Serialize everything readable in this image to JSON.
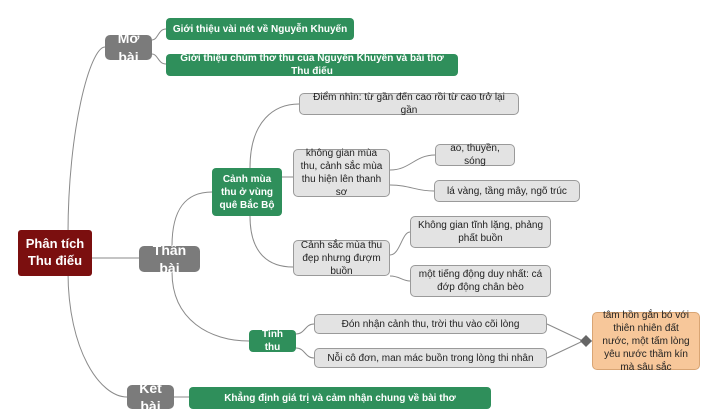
{
  "root": "Phân tích Thu điếu",
  "mo_bai": {
    "label": "Mở bài",
    "items": [
      "Giới thiệu vài nét về Nguyễn Khuyến",
      "Giới thiệu chùm thơ thu của Nguyễn Khuyến và bài thơ Thu điếu"
    ]
  },
  "than_bai": {
    "label": "Thân bài",
    "canh_mua_thu": {
      "label": "Cảnh mùa thu ở vùng quê Bắc Bộ",
      "diem_nhin": "Điểm nhìn: từ gần đến cao rồi từ cao trở lại gần",
      "khong_gian": {
        "label": "không gian mùa thu, cảnh sắc mùa thu hiện lên thanh sơ",
        "items": [
          "ao, thuyền, sóng",
          "lá vàng, tầng mây, ngõ trúc"
        ]
      },
      "canh_sac": {
        "label": "Cảnh sắc mùa thu đẹp nhưng đượm buồn",
        "items": [
          "Không gian tĩnh lặng, phảng phất buồn",
          "một tiếng động duy nhất: cá đớp động chân bèo"
        ]
      }
    },
    "tinh_thu": {
      "label": "Tình thu",
      "items": [
        "Đón nhận cảnh thu, trời thu vào cõi lòng",
        "Nỗi cô đơn, man mác buồn trong lòng thi nhân"
      ],
      "summary": "tâm hồn gắn bó với thiên nhiên đất nước, một tấm lòng yêu nước thầm kín mà sâu sắc"
    }
  },
  "ket_bai": {
    "label": "Kết bài",
    "items": [
      "Khẳng định giá trị  và cảm nhận chung về bài thơ"
    ]
  },
  "colors": {
    "root": "#7b0f0f",
    "section": "#7b7b7b",
    "branch": "#2f8f5b",
    "leaf": "#e3e3e3",
    "summary": "#f7c79a",
    "connector": "#8a8a8a"
  }
}
